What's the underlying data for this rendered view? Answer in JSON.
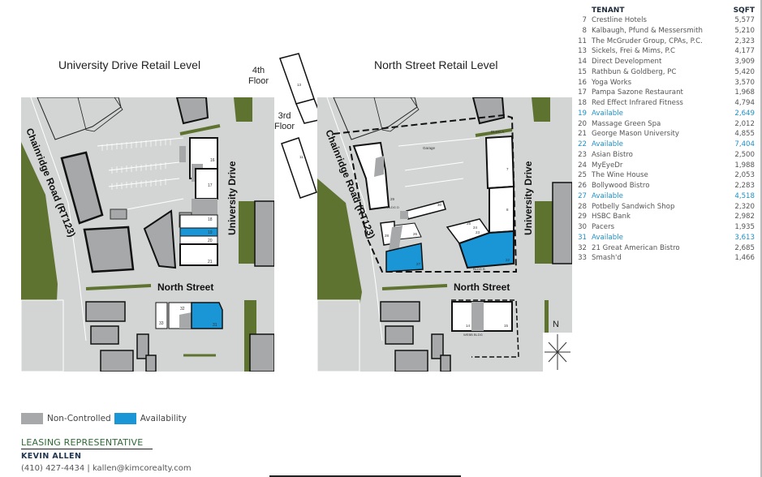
{
  "maps": {
    "university": {
      "title": "University Drive Retail Level"
    },
    "north": {
      "title": "North Street Retail Level"
    },
    "floors": {
      "fourth": "4th\nFloor",
      "fourth_line1": "4th",
      "fourth_line2": "Floor",
      "third_line1": "3rd",
      "third_line2": "Floor"
    },
    "streets": {
      "chainridge": "Chainridge Road (RT123)",
      "university": "University Drive",
      "north": "North Street"
    },
    "building_labels": {
      "bldg_a": "BLDG A",
      "bldg_b": "BLDG B",
      "bldg_d": "BLDG D",
      "garage": "Garage",
      "webb": "WEBB BLDG"
    },
    "compass": "N",
    "colors": {
      "road": "#d3d4d4",
      "non_controlled": "#a6a8aa",
      "available": "#1a96d6",
      "green": "#5f7331",
      "building": "#ffffff",
      "outline": "#1a1a1a"
    },
    "unit_numbers_university": [
      "16",
      "17",
      "18",
      "19",
      "20",
      "21",
      "31",
      "32",
      "33"
    ],
    "unit_numbers_north": [
      "7",
      "8",
      "22",
      "23",
      "24",
      "25",
      "26",
      "27",
      "28",
      "29",
      "30",
      "14",
      "15"
    ],
    "unit_numbers_upper": [
      "13",
      "11"
    ]
  },
  "tenants": {
    "header": {
      "tenant": "TENANT",
      "sqft": "SQFT"
    },
    "rows": [
      {
        "num": "7",
        "name": "Crestline Hotels",
        "sqft": "5,577",
        "available": false
      },
      {
        "num": "8",
        "name": "Kalbaugh, Pfund & Messersmith",
        "sqft": "5,210",
        "available": false
      },
      {
        "num": "11",
        "name": "The McGruder Group, CPAs, P.C.",
        "sqft": "2,323",
        "available": false
      },
      {
        "num": "13",
        "name": "Sickels, Frei & Mims, P.C",
        "sqft": "4,177",
        "available": false
      },
      {
        "num": "14",
        "name": "Direct Development",
        "sqft": "3,909",
        "available": false
      },
      {
        "num": "15",
        "name": "Rathbun & Goldberg, PC",
        "sqft": "5,420",
        "available": false
      },
      {
        "num": "16",
        "name": "Yoga Works",
        "sqft": "3,570",
        "available": false
      },
      {
        "num": "17",
        "name": "Pampa Sazone Restaurant",
        "sqft": "1,968",
        "available": false
      },
      {
        "num": "18",
        "name": "Red Effect Infrared Fitness",
        "sqft": "4,794",
        "available": false
      },
      {
        "num": "19",
        "name": "Available",
        "sqft": "2,649",
        "available": true
      },
      {
        "num": "20",
        "name": "Massage Green Spa",
        "sqft": "2,012",
        "available": false
      },
      {
        "num": "21",
        "name": "George Mason University",
        "sqft": "4,855",
        "available": false
      },
      {
        "num": "22",
        "name": "Available",
        "sqft": "7,404",
        "available": true
      },
      {
        "num": "23",
        "name": "Asian Bistro",
        "sqft": "2,500",
        "available": false
      },
      {
        "num": "24",
        "name": "MyEyeDr",
        "sqft": "1,988",
        "available": false
      },
      {
        "num": "25",
        "name": "The Wine House",
        "sqft": "2,053",
        "available": false
      },
      {
        "num": "26",
        "name": "Bollywood Bistro",
        "sqft": "2,283",
        "available": false
      },
      {
        "num": "27",
        "name": "Available",
        "sqft": "4,518",
        "available": true
      },
      {
        "num": "28",
        "name": "Potbelly Sandwich Shop",
        "sqft": "2,320",
        "available": false
      },
      {
        "num": "29",
        "name": "HSBC Bank",
        "sqft": "2,982",
        "available": false
      },
      {
        "num": "30",
        "name": "Pacers",
        "sqft": "1,935",
        "available": false
      },
      {
        "num": "31",
        "name": "Available",
        "sqft": "3,613",
        "available": true
      },
      {
        "num": "32",
        "name": "21 Great American Bistro",
        "sqft": "2,685",
        "available": false
      },
      {
        "num": "33",
        "name": "Smash'd",
        "sqft": "1,466",
        "available": false
      }
    ]
  },
  "legend": {
    "non_controlled": {
      "label": "Non-Controlled",
      "color": "#a6a8aa"
    },
    "availability": {
      "label": "Availability",
      "color": "#1a96d6"
    }
  },
  "leasing": {
    "title": "LEASING REPRESENTATIVE",
    "name": "KEVIN ALLEN",
    "contact": "(410) 427-4434 | kallen@kimcorealty.com"
  }
}
